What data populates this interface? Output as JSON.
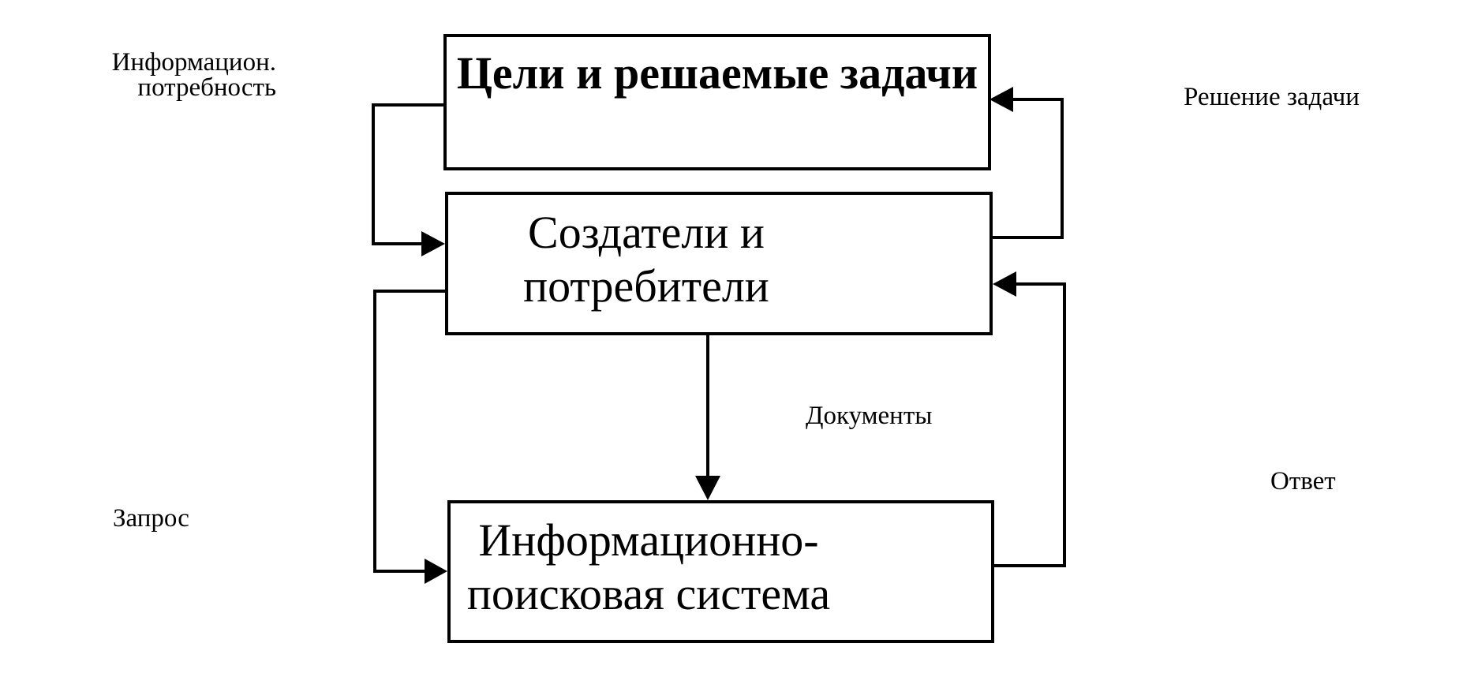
{
  "diagram": {
    "boxes": {
      "goals": {
        "lines": [
          "Цели и решаемые задачи"
        ]
      },
      "creators": {
        "lines": [
          "Создатели и",
          "потребители"
        ]
      },
      "ips": {
        "lines": [
          "Информационно-",
          "поисковая система"
        ]
      }
    },
    "labels": {
      "info_need": [
        "Информацион.",
        "потребность"
      ],
      "solution": "Решение задачи",
      "documents": "Документы",
      "query": "Запрос",
      "answer": "Ответ"
    },
    "connections": [
      {
        "from": "goals",
        "to": "creators",
        "label": "info_need"
      },
      {
        "from": "creators",
        "to": "goals",
        "label": "solution"
      },
      {
        "from": "creators",
        "to": "ips",
        "label": "documents"
      },
      {
        "from": "creators",
        "to": "ips",
        "label": "query"
      },
      {
        "from": "ips",
        "to": "creators",
        "label": "answer"
      }
    ],
    "colors": {
      "stroke": "#000000",
      "background": "#ffffff"
    }
  }
}
